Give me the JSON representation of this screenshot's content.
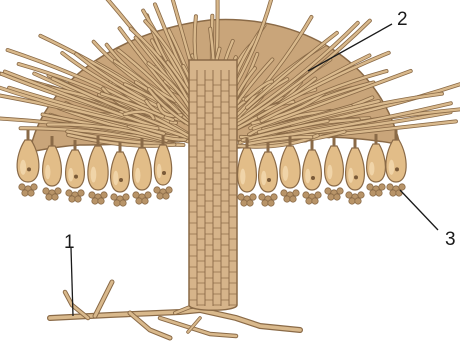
{
  "labels": {
    "mycelium": "1",
    "cap": "2",
    "spore_cluster": "3"
  },
  "colors": {
    "background": "#ffffff",
    "hypha_fill": "#d9b98c",
    "hypha_stroke": "#8a6a47",
    "cap_base": "#c9a57a",
    "stalk_fill": "#d6b48a",
    "sac_fill": "#e2bd88",
    "sac_highlight": "#f0d4a8",
    "spore_fill": "#b89468",
    "leader_line": "#1a1a1a"
  }
}
